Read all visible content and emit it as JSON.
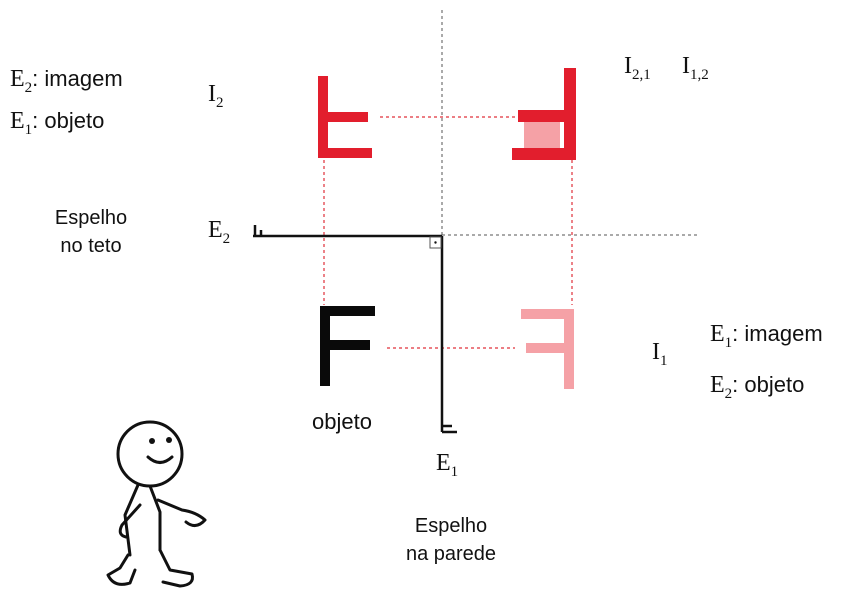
{
  "labels": {
    "e2_sym": "E",
    "e2_sub": "2",
    "e2_image_suffix": ": imagem",
    "e1_sym": "E",
    "e1_sub": "1",
    "e1_object_suffix": ": objeto",
    "i2_sym": "I",
    "i2_sub": "2",
    "i21_sym": "I",
    "i21_sub": "2,1",
    "i12_sym": "I",
    "i12_sub": "1,2",
    "ceiling_mirror_line1": "Espelho",
    "ceiling_mirror_line2": "no teto",
    "ceiling_mirror_sym": "E",
    "ceiling_mirror_sub": "2",
    "object_caption": "objeto",
    "wall_mirror_sym": "E",
    "wall_mirror_sub": "1",
    "wall_mirror_line1": "Espelho",
    "wall_mirror_line2": "na parede",
    "i1_sym": "I",
    "i1_sub": "1",
    "r_e1_sym": "E",
    "r_e1_sub": "1",
    "r_e1_image_suffix": ": imagem",
    "r_e2_sym": "E",
    "r_e2_sub": "2",
    "r_e2_object_suffix": ": objeto"
  },
  "colors": {
    "object": "#0a0a0a",
    "image_red": "#e21e2d",
    "image_pink": "#f5a1a6",
    "guide_red": "#e0303a",
    "mirror": "#111111"
  },
  "figures": {
    "object": "F",
    "wall_image": "F mirrored horizontally",
    "ceiling_image": "F mirrored vertically",
    "double_image": "F rotated 180 degrees"
  },
  "person": "stick-figure-walking"
}
